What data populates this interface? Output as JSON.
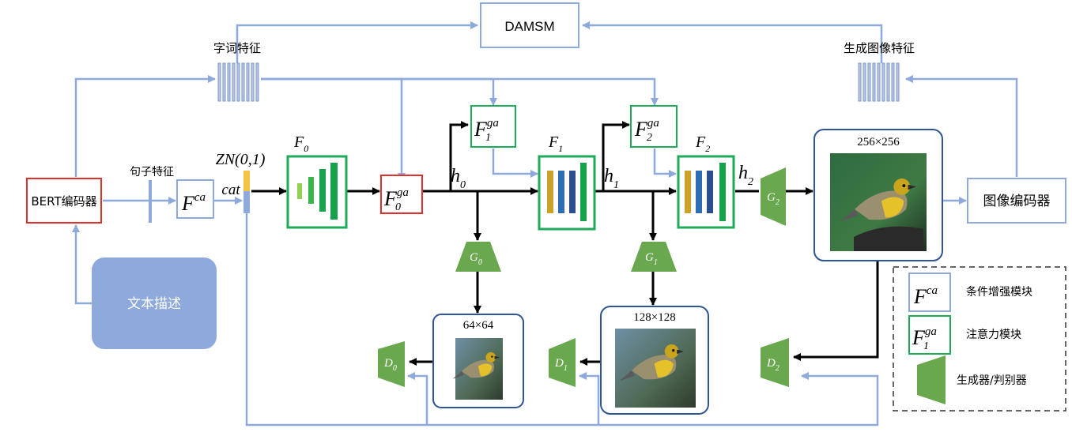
{
  "damsm": "DAMSM",
  "word_features": "字词特征",
  "gen_image_features": "生成图像特征",
  "sentence_feature": "句子特征",
  "bert_encoder": "BERT编码器",
  "text_desc": "文本描述",
  "image_encoder": "图像编码器",
  "fca": {
    "base": "F",
    "sup": "ca"
  },
  "zn": "ZN(0,1)",
  "cat": "cat",
  "F0": {
    "base": "F",
    "sub": "0"
  },
  "F1": {
    "base": "F",
    "sub": "1"
  },
  "F2": {
    "base": "F",
    "sub": "2"
  },
  "F0ga": {
    "base": "F",
    "sub": "0",
    "sup": "ga"
  },
  "F1ga": {
    "base": "F",
    "sub": "1",
    "sup": "ga"
  },
  "F2ga": {
    "base": "F",
    "sub": "2",
    "sup": "ga"
  },
  "h0": {
    "base": "h",
    "sub": "0"
  },
  "h1": {
    "base": "h",
    "sub": "1"
  },
  "h2": {
    "base": "h",
    "sub": "2"
  },
  "G0": {
    "base": "G",
    "sub": "0"
  },
  "G1": {
    "base": "G",
    "sub": "1"
  },
  "G2": {
    "base": "G",
    "sub": "2"
  },
  "D0": {
    "base": "D",
    "sub": "0"
  },
  "D1": {
    "base": "D",
    "sub": "1"
  },
  "D2": {
    "base": "D",
    "sub": "2"
  },
  "res64": "64×64",
  "res128": "128×128",
  "res256": "256×256",
  "legend": {
    "fca_label": "条件增强模块",
    "fga_label": "注意力模块",
    "gen_label": "生成器/判别器"
  },
  "colors": {
    "arrow_blue": "#8EA9DB",
    "green_border": "#1FAA5A",
    "gen_green": "#6AA84F",
    "red_border": "#E0302A"
  }
}
